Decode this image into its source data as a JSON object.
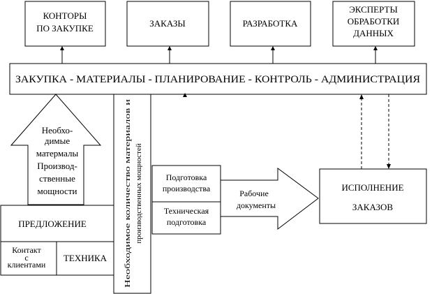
{
  "top_boxes": {
    "purchasing_offices": [
      "КОНТОРЫ",
      "ПО ЗАКУПКЕ"
    ],
    "orders": "ЗАКАЗЫ",
    "development": "РАЗРАБОТКА",
    "data_experts": [
      "ЭКСПЕРТЫ",
      "ОБРАБОТКИ",
      "ДАННЫХ"
    ]
  },
  "main_bar": "ЗАКУПКА - МАТЕРИАЛЫ - ПЛАНИРОВАНИЕ - КОНТРОЛЬ - АДМИНИСТРАЦИЯ",
  "up_arrow_text": [
    "Необхо-",
    "димые",
    "матермалы",
    "Производ-",
    "ственные",
    "мощности"
  ],
  "offer": {
    "title": "ПРЕДЛОЖЕНИЕ",
    "contact": [
      "Контакт",
      "с",
      "клиентами"
    ],
    "technique": "ТЕХНИКА"
  },
  "vertical_text": [
    "Необходимое количество материалов и",
    "производственных мощностей"
  ],
  "prep_boxes": {
    "production": [
      "Подготовка",
      "производства"
    ],
    "technical": [
      "Техническая",
      "подготовка"
    ]
  },
  "right_arrow_text": [
    "Рабочие",
    "документы"
  ],
  "execution": [
    "ИСПОЛНЕНИЕ",
    "ЗАКАЗОВ"
  ]
}
